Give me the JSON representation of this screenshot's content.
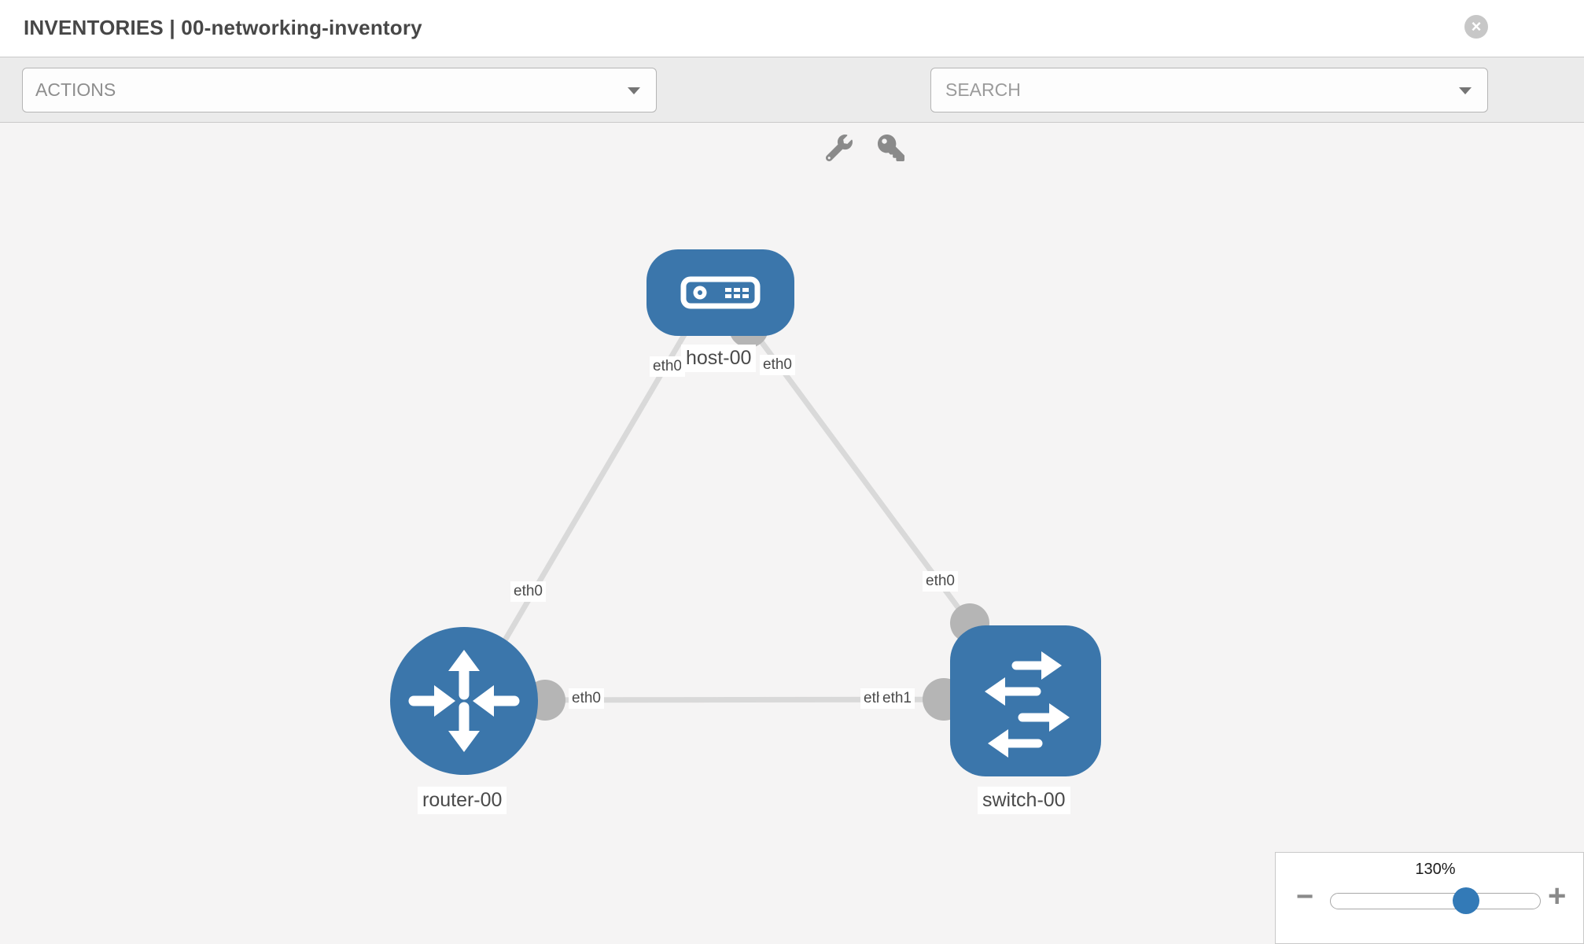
{
  "header": {
    "title": "INVENTORIES | 00-networking-inventory",
    "close_label": "×"
  },
  "toolbar": {
    "actions_label": "ACTIONS",
    "search_placeholder": "SEARCH",
    "icons": [
      "wrench-icon",
      "key-icon"
    ]
  },
  "topology": {
    "nodes": {
      "host": {
        "label": "host-00",
        "type": "host"
      },
      "router": {
        "label": "router-00",
        "type": "router"
      },
      "switch": {
        "label": "switch-00",
        "type": "switch"
      }
    },
    "links": [
      {
        "from": "host-00",
        "from_interface": "eth0",
        "to": "router-00",
        "to_interface": "eth0"
      },
      {
        "from": "host-00",
        "from_interface": "eth0",
        "to": "switch-00",
        "to_interface": "eth0"
      },
      {
        "from": "router-00",
        "from_interface": "eth0",
        "to": "switch-00",
        "to_interface": "eth1"
      }
    ],
    "overlapped_interface_label": "eth0"
  },
  "zoom_control": {
    "level": "130%",
    "percent": 130,
    "minus_label": "−",
    "plus_label": "+"
  },
  "colors": {
    "node_blue": "#3b76ab",
    "port_gray": "#b5b5b5",
    "link_gray": "#d9d9d9",
    "slider_thumb_blue": "#337ab7",
    "toolbar_bg": "#ebebeb",
    "canvas_bg": "#f5f4f4"
  }
}
